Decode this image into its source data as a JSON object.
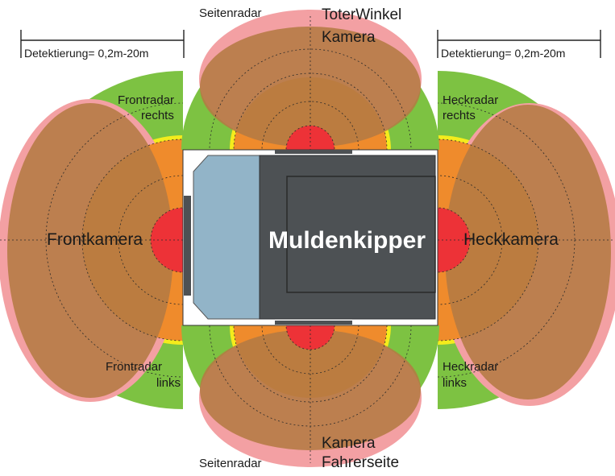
{
  "vehicle": {
    "label": "Muldenkipper"
  },
  "detection": {
    "left": "Detektierung= 0,2m-20m",
    "right": "Detektierung= 0,2m-20m"
  },
  "sensors": {
    "top_radar": "Seitenradar",
    "top_camera_line1": "ToterWinkel",
    "top_camera_line2": "Kamera",
    "bottom_radar": "Seitenradar",
    "bottom_camera_line1": "Kamera",
    "bottom_camera_line2": "Fahrerseite",
    "front_camera": "Frontkamera",
    "rear_camera": "Heckkamera",
    "front_radar_right_line1": "Frontradar",
    "front_radar_right_line2": "rechts",
    "front_radar_left_line1": "Frontradar",
    "front_radar_left_line2": "links",
    "rear_radar_right_line1": "Heckradar",
    "rear_radar_right_line2": "rechts",
    "rear_radar_left_line1": "Heckradar",
    "rear_radar_left_line2": "links"
  },
  "colors": {
    "radar_green": "#7dc242",
    "radar_yellow": "#f4ec1c",
    "zone_orange": "#ef8b2c",
    "zone_red": "#ed3237",
    "camera_pink": "#f3a0a3",
    "camera_brown": "#b47a43",
    "cab_blue": "#92b4c8",
    "body_dark": "#4d5154"
  }
}
